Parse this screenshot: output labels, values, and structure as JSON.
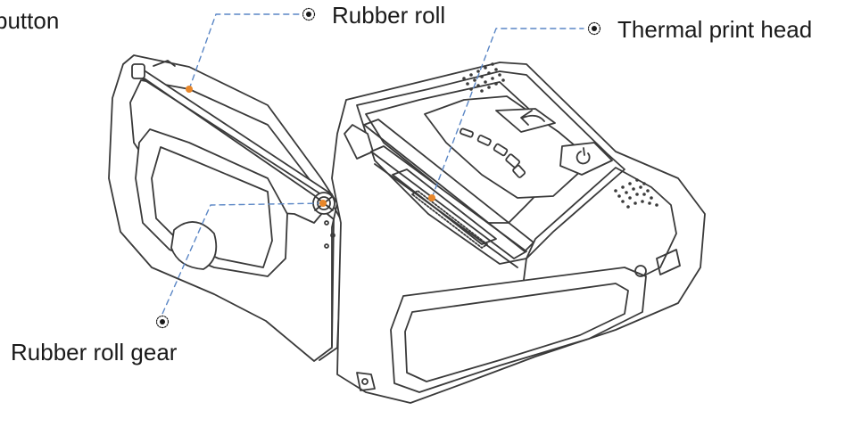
{
  "callouts": {
    "button_partial": "button",
    "rubber_roll": "Rubber roll",
    "thermal_print_head": "Thermal print head",
    "rubber_roll_gear": "Rubber roll gear"
  },
  "colors": {
    "leader_line": "#5a86c5",
    "marker_dot": "#e8872a",
    "outline": "#3a3a3a"
  },
  "icons": [
    "target-bullet-icon",
    "return-arrow-icon",
    "power-icon"
  ]
}
